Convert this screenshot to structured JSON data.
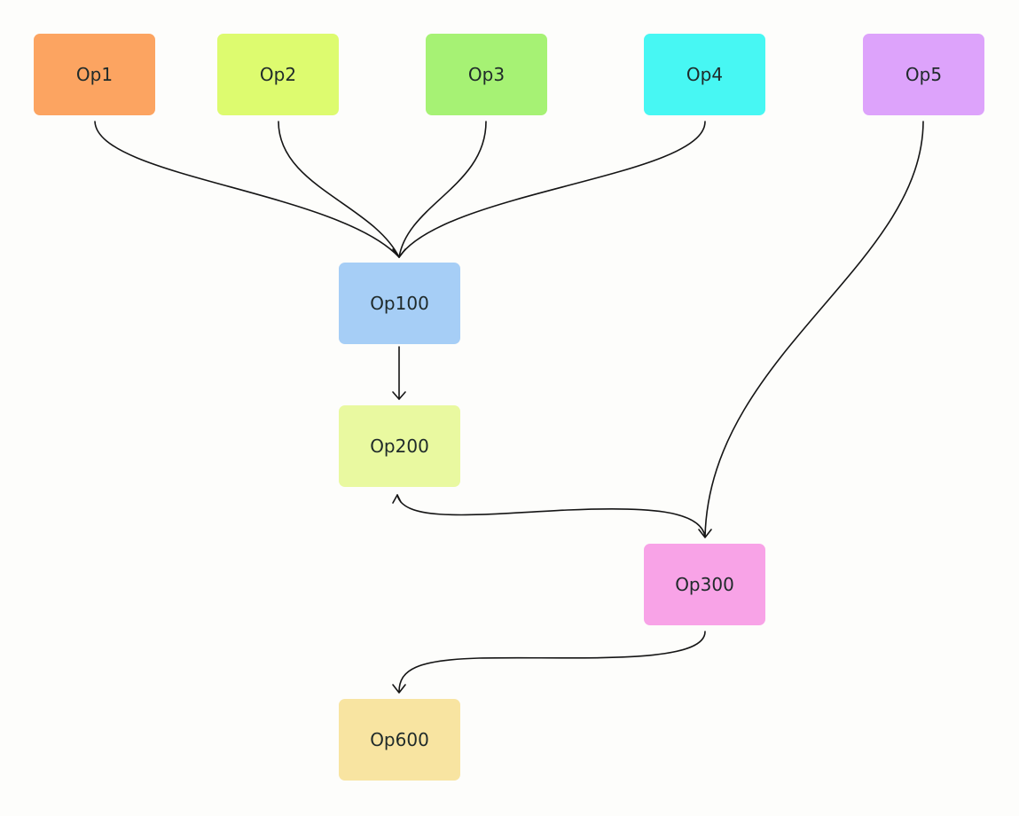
{
  "diagram": {
    "nodes": [
      {
        "id": "op1",
        "label": "Op1",
        "color": "#fca461"
      },
      {
        "id": "op2",
        "label": "Op2",
        "color": "#ddfb6f"
      },
      {
        "id": "op3",
        "label": "Op3",
        "color": "#a6f274"
      },
      {
        "id": "op4",
        "label": "Op4",
        "color": "#47f7f3"
      },
      {
        "id": "op5",
        "label": "Op5",
        "color": "#dda3fb"
      },
      {
        "id": "op100",
        "label": "Op100",
        "color": "#a6cef6"
      },
      {
        "id": "op200",
        "label": "Op200",
        "color": "#e9f9a0"
      },
      {
        "id": "op300",
        "label": "Op300",
        "color": "#f8a3e7"
      },
      {
        "id": "op600",
        "label": "Op600",
        "color": "#f8e4a1"
      }
    ],
    "edges": [
      {
        "from": "op1",
        "to": "op100"
      },
      {
        "from": "op2",
        "to": "op100"
      },
      {
        "from": "op3",
        "to": "op100"
      },
      {
        "from": "op4",
        "to": "op100"
      },
      {
        "from": "op100",
        "to": "op200"
      },
      {
        "from": "op200",
        "to": "op300",
        "bidirectional": true
      },
      {
        "from": "op5",
        "to": "op300"
      },
      {
        "from": "op300",
        "to": "op600"
      }
    ]
  }
}
